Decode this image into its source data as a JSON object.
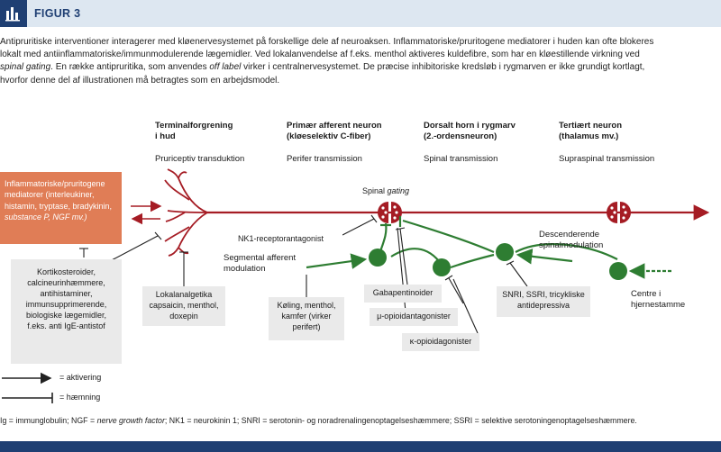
{
  "header": {
    "title": "FIGUR 3",
    "icon": "bar-chart-icon"
  },
  "intro": {
    "lines": [
      [
        "Antipruritiske interventioner interagerer med kløenervesystemet på forskellige dele af neuroaksen. Inflammatoriske/pruritogene mediatorer i huden kan ofte blokeres"
      ],
      [
        "lokalt med antiinflammatoriske/immunmodulerende lægemidler. Ved lokalanvendelse af f.eks. menthol aktiveres kuldefibre, som har en kløestillende virkning ved"
      ],
      [
        "spinal gating",
        ". En række antipruritika, som anvendes ",
        "off label",
        " virker i centralnervesystemet. De præcise inhibitoriske kredsløb i rygmarven er ikke grundigt kortlagt,"
      ],
      [
        "hvorfor denne del af illustrationen må betragtes som en arbejdsmodel."
      ]
    ]
  },
  "columns": [
    {
      "title1": "Terminalforgrening",
      "title2": "i hud",
      "sub": "Pruriceptiv transduktion"
    },
    {
      "title1": "Primær afferent neuron",
      "title2": "(kløeselektiv C-fiber)",
      "sub": "Perifer transmission"
    },
    {
      "title1": "Dorsalt horn i rygmarv",
      "title2": "(2.-ordensneuron)",
      "sub": "Spinal transmission"
    },
    {
      "title1": "Tertiært neuron",
      "title2": "(thalamus mv.)",
      "sub": "Supraspinal transmission"
    }
  ],
  "mediators_box": {
    "lines": [
      "Inflammatoriske/pruritogene",
      "mediatorer (interleukiner,",
      "histamin, tryptase, bradykinin,",
      "substance P, NGF mv.)"
    ]
  },
  "labels": {
    "spinal_gating_a": "Spinal ",
    "spinal_gating_b": "gating",
    "nk1": "NK1-receptorantagonist",
    "segmental": [
      "Segmental afferent",
      "modulation"
    ],
    "descending": [
      "Descenderende",
      "spinalmodulation"
    ],
    "centre": [
      "Centre i",
      "hjernestamme"
    ]
  },
  "boxes": {
    "anti_inflammatory": [
      "Kortikosteroider,",
      "calcineurinhæmmere,",
      "antihistaminer,",
      "immunsupprimerende,",
      "biologiske lægemidler,",
      "f.eks. anti IgE-antistof"
    ],
    "local": [
      "Lokalanalgetika",
      "capsaicin, menthol,",
      "doxepin"
    ],
    "cooling": [
      "Køling, menthol,",
      "kamfer (virker",
      "perifert)"
    ],
    "gabapentin": "Gabapentinoider",
    "mu": "μ-opioidantagonister",
    "kappa": "κ-opioidagonister",
    "snri": [
      "SNRI, SSRI, tricykliske",
      "antidepressiva"
    ]
  },
  "legend": {
    "activation": "= aktivering",
    "inhibition": "= hæmning"
  },
  "footnote": {
    "parts": [
      "Ig = immunglobulin; NGF = ",
      "nerve growth factor",
      "; NK1 = neurokinin 1; SNRI = serotonin- og noradrenalingenoptagelseshæmmere; SSRI = selektive serotoningenoptagelseshæmmere."
    ]
  },
  "colors": {
    "navy": "#1f3f73",
    "red": "#a51c24",
    "green": "#2e7d32",
    "orange": "#e07d56",
    "grey": "#eaeaea"
  }
}
